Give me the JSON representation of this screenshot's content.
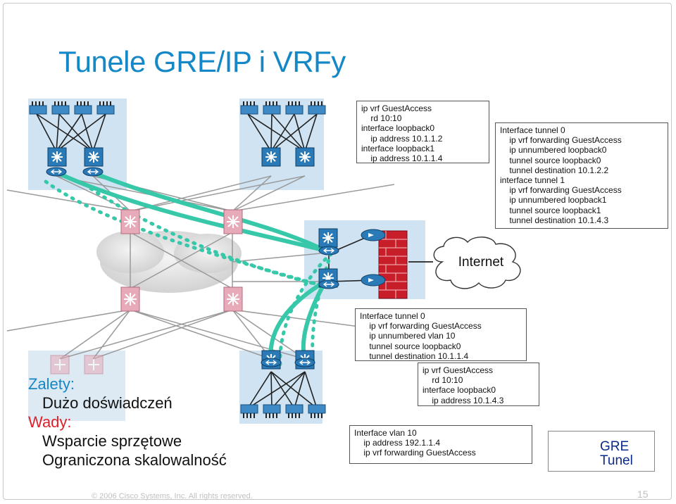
{
  "slide": {
    "title": "Tunele GRE/IP i VRFy",
    "footer": "© 2006 Cisco Systems, Inc. All rights reserved.",
    "page_number": "15"
  },
  "boxes": {
    "distribution_config": [
      "ip vrf GuestAccess",
      "    rd 10:10",
      "interface loopback0",
      "    ip address 10.1.1.2",
      "interface loopback1",
      "    ip address 10.1.1.4"
    ],
    "headend_config": [
      "Interface tunnel 0",
      "    ip vrf forwarding GuestAccess",
      "    ip unnumbered loopback0",
      "    tunnel source loopback0",
      "    tunnel destination 10.1.2.2",
      "interface tunnel 1",
      "    ip vrf forwarding GuestAccess",
      "    ip unnumbered loopback1",
      "    tunnel source loopback1",
      "    tunnel destination 10.1.4.3"
    ],
    "access_tunnel_config": [
      "Interface tunnel 0",
      "    ip vrf forwarding GuestAccess",
      "    ip unnumbered vlan 10",
      "    tunnel source loopback0",
      "    tunnel destination 10.1.1.4"
    ],
    "access_vrf_config": [
      "ip vrf GuestAccess",
      "    rd 10:10",
      "interface loopback0",
      "    ip address 10.1.4.3"
    ],
    "access_vlan_config": [
      "Interface vlan 10",
      "    ip address 192.1.1.4",
      "    ip vrf forwarding GuestAccess"
    ]
  },
  "internet_label": "Internet",
  "summary": {
    "pros_heading": "Zalety:",
    "pros": [
      "Dużo doświadczeń"
    ],
    "cons_heading": "Wady:",
    "cons": [
      "Wsparcie sprzętowe",
      "Ograniczona skalowalność"
    ]
  },
  "legend": {
    "label_line1": "GRE",
    "label_line2": "Tunel"
  },
  "colors": {
    "title": "#1487c6",
    "tunnel": "#36c8a8",
    "device_blue": "#2a7ab8",
    "device_pink": "#e7aab8",
    "panel_bg": "#cfe3f2",
    "pros_heading": "#1487c6",
    "cons_heading": "#e0202a",
    "firewall": "#c81e2a"
  }
}
